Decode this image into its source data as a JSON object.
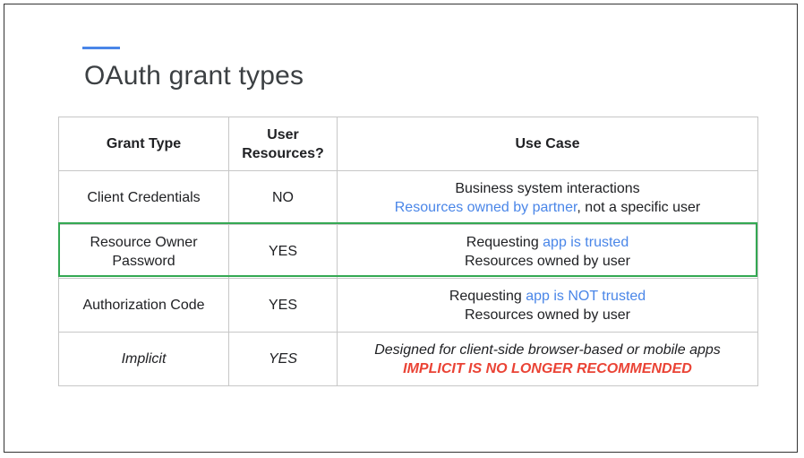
{
  "slide": {
    "title": "OAuth grant types",
    "accent_color": "#4a86e8",
    "highlight_color": "#34a853"
  },
  "table": {
    "headers": {
      "grant_type": "Grant Type",
      "user_resources_1": "User",
      "user_resources_2": "Resources?",
      "use_case": "Use Case"
    },
    "rows": [
      {
        "grant_type": "Client Credentials",
        "user_resources": "NO",
        "line1": "Business system interactions",
        "line2_blue": "Resources owned by partner",
        "line2_rest": ", not a specific user"
      },
      {
        "grant_type_1": "Resource Owner",
        "grant_type_2": "Password",
        "user_resources": "YES",
        "line1_pre": "Requesting ",
        "line1_blue": "app is trusted",
        "line2": "Resources owned by user"
      },
      {
        "grant_type": "Authorization Code",
        "user_resources": "YES",
        "line1_pre": "Requesting ",
        "line1_blue": "app is NOT trusted",
        "line2": "Resources owned by user"
      },
      {
        "grant_type": "Implicit",
        "user_resources": "YES",
        "line1": "Designed for client-side browser-based or mobile apps",
        "line2_red": "IMPLICIT IS NO LONGER RECOMMENDED"
      }
    ]
  }
}
